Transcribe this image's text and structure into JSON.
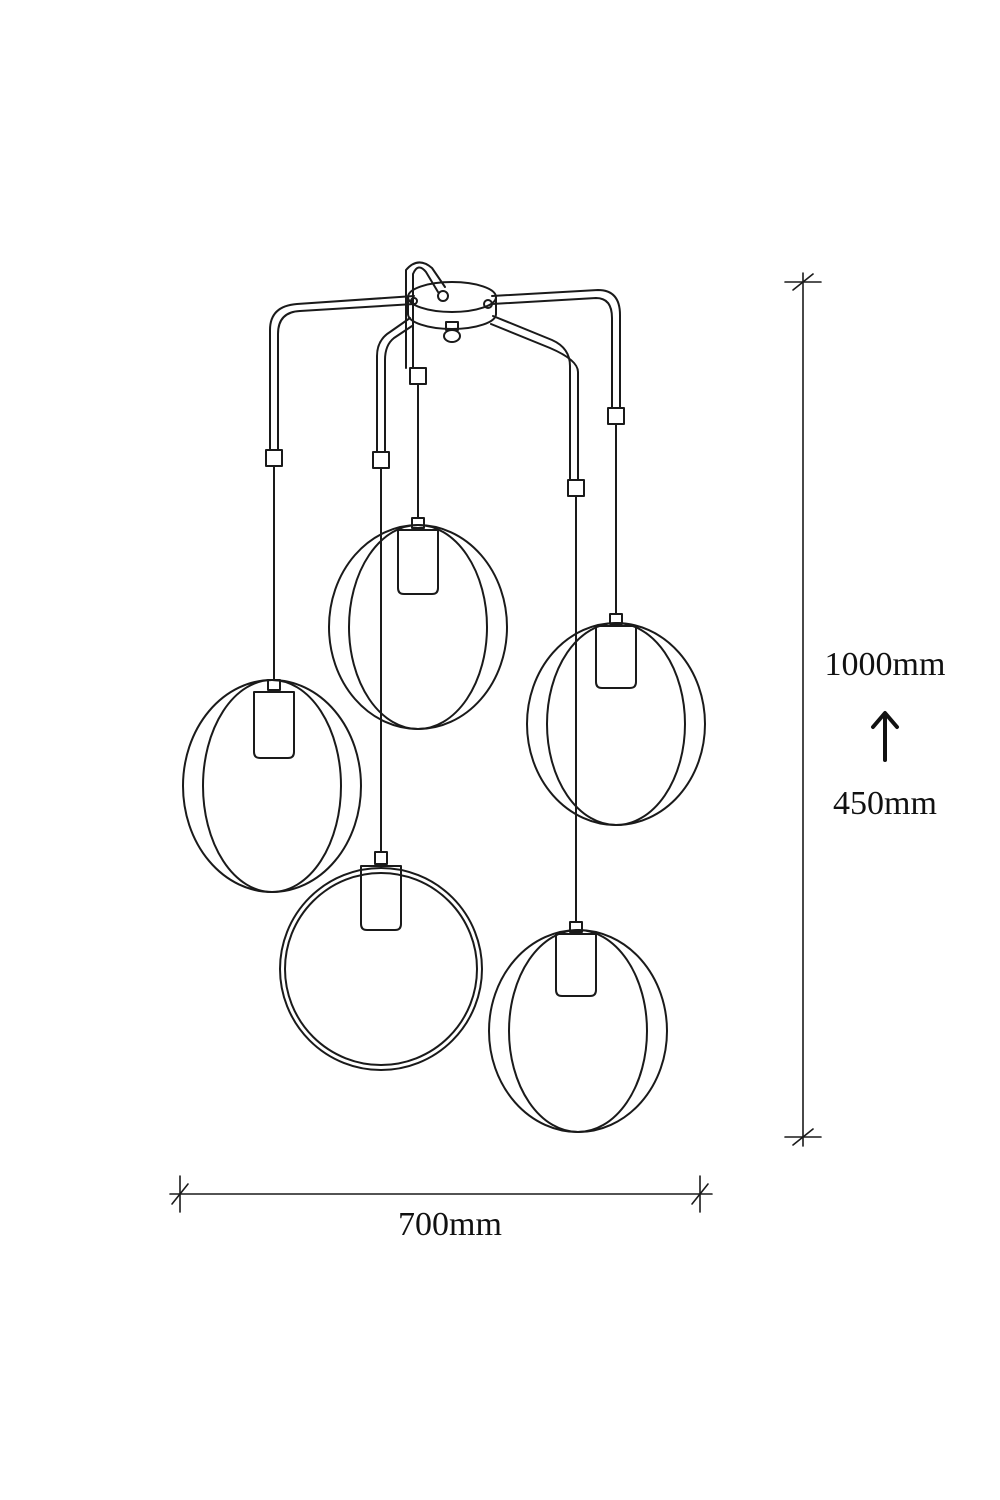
{
  "dimensions": {
    "height_max": "1000mm",
    "height_min": "450mm",
    "width": "700mm"
  },
  "product": {
    "pendant_count": 5
  },
  "colors": {
    "line": "#1a1a1a",
    "background": "#ffffff"
  },
  "icons": {
    "height_adjust": "arrow-up-icon"
  }
}
